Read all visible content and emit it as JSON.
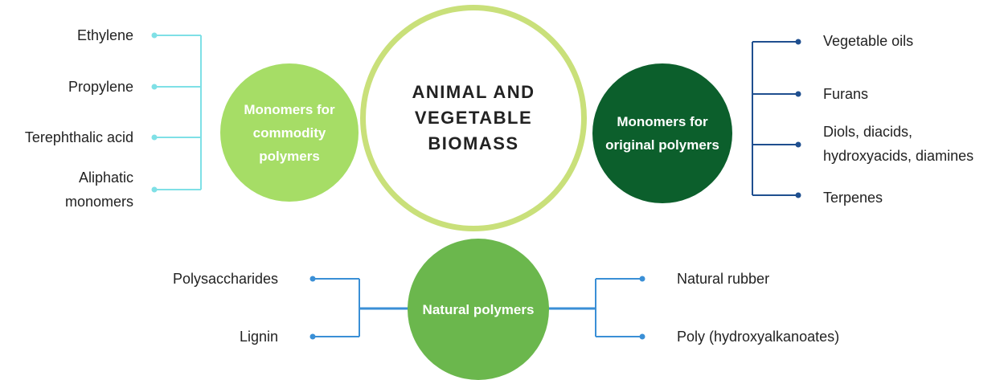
{
  "center": {
    "text": "ANIMAL AND VEGETABLE BIOMASS"
  },
  "commodity": {
    "title": "Monomers for commodity polymers",
    "items": [
      "Ethylene",
      "Propylene",
      "Terephthalic acid",
      "Aliphatic monomers"
    ]
  },
  "original": {
    "title": "Monomers for original polymers",
    "items": [
      "Vegetable oils",
      "Furans",
      "Diols, diacids, hydroxyacids, diamines",
      "Terpenes"
    ]
  },
  "natural": {
    "title": "Natural polymers",
    "left_items": [
      "Polysaccharides",
      "Lignin"
    ],
    "right_items": [
      "Natural rubber",
      "Poly (hydroxyalkanoates)"
    ]
  },
  "colors": {
    "center_ring": "#c9e07a",
    "commodity_fill": "#a6dd66",
    "original_fill": "#0c5f2c",
    "natural_fill": "#6bb74d",
    "cyan_lines": "#7fe0e6",
    "navy_lines": "#1f4f8f",
    "blue_lines": "#3a8fd6"
  }
}
